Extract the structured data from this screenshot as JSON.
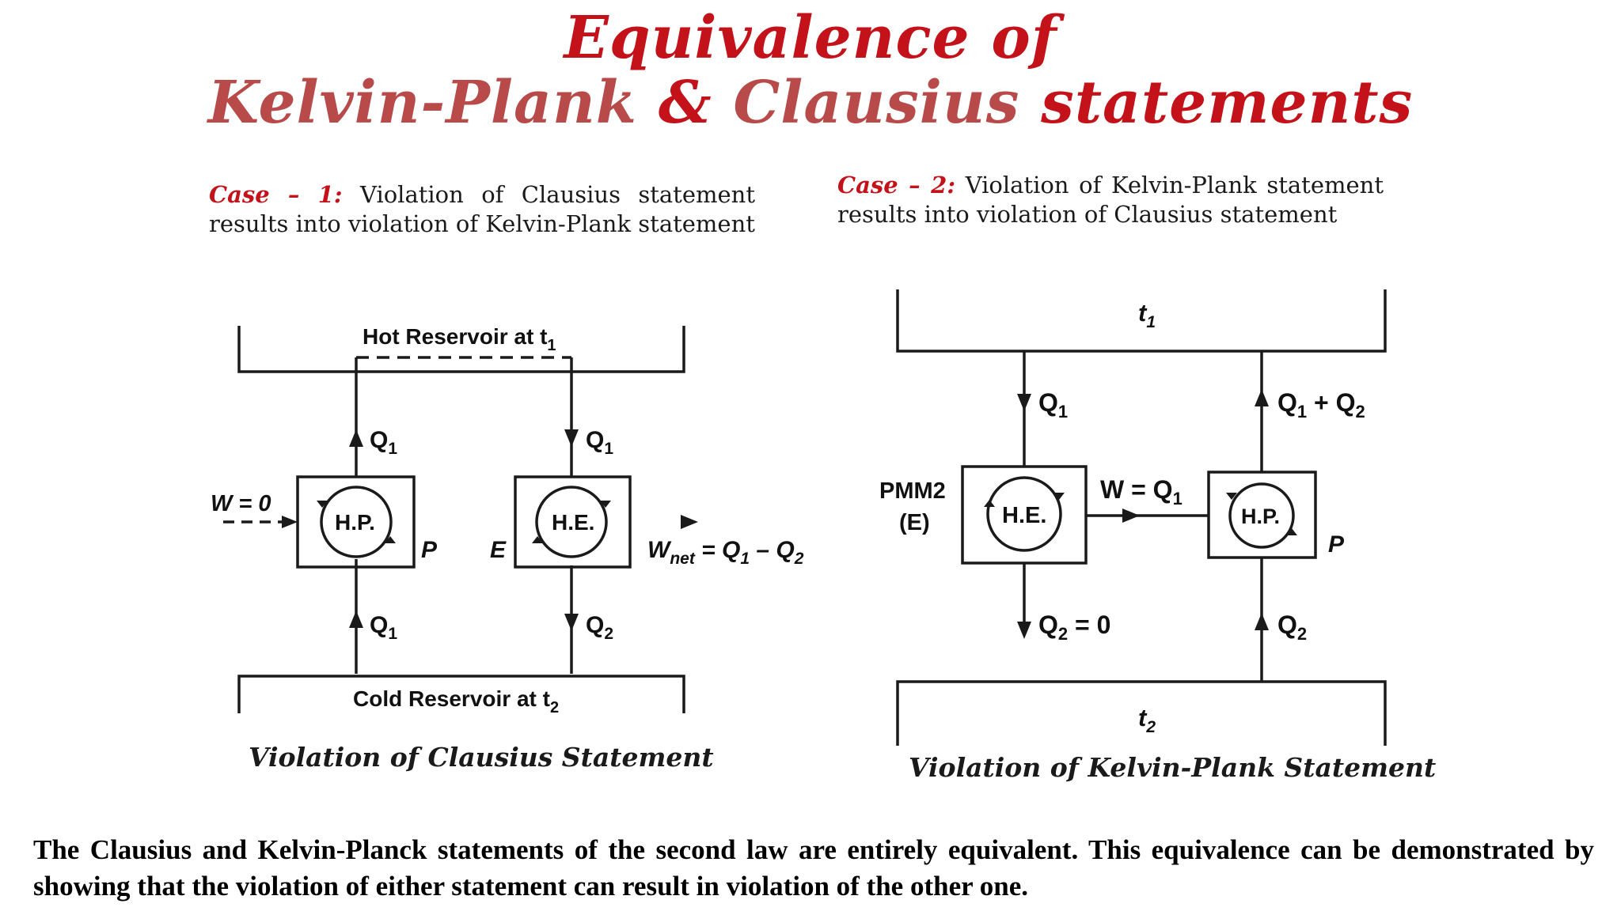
{
  "title": {
    "line1": "Equivalence of",
    "part_kelvin": "Kelvin-Plank",
    "part_amp": "&",
    "part_clausius": "Clausius",
    "part_statements": "statements"
  },
  "case1": {
    "label": "Case – 1:",
    "text": " Violation of Clausius statement results into violation of Kelvin-Plank statement"
  },
  "case2": {
    "label": "Case – 2:",
    "text": " Violation of Kelvin-Plank statement results into violation of Clausius statement"
  },
  "diagram1": {
    "hot_reservoir": "Hot Reservoir at t",
    "hot_sub": "1",
    "cold_reservoir": "Cold Reservoir at t",
    "cold_sub": "2",
    "hp": "H.P.",
    "he": "H.E.",
    "q": "Q",
    "sub1": "1",
    "sub2": "2",
    "w_input": "W = 0",
    "w_net_w": "W",
    "w_net_sub": "net",
    "w_net_eq": " = Q",
    "w_net_minus": " – Q",
    "p_label": "P",
    "e_label": "E",
    "caption": "Violation of Clausius Statement"
  },
  "diagram2": {
    "t": "t",
    "sub1": "1",
    "sub2": "2",
    "q": "Q",
    "q_plus": " + Q",
    "q_zero": " = 0",
    "pmm2": "PMM2",
    "e_label": "(E)",
    "he": "H.E.",
    "hp": "H.P.",
    "w": "W = Q",
    "p_label": "P",
    "caption": "Violation of Kelvin-Plank Statement"
  },
  "footer": {
    "text": "The Clausius and Kelvin-Planck statements of the second law are entirely equivalent. This equivalence can be demonstrated by showing that the violation of either statement can result in violation of the other one."
  },
  "colors": {
    "title_red": "#c4121a",
    "title_pink": "#b84a4a",
    "line": "#1a1a1a"
  }
}
